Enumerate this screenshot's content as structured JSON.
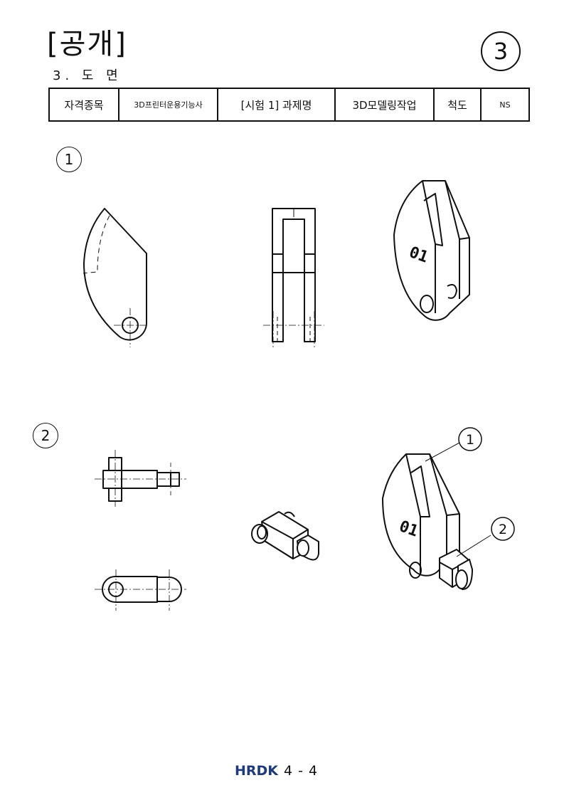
{
  "header": {
    "title": "[공개]",
    "subtitle": "3. 도 면",
    "sheet_number": "3"
  },
  "info_table": {
    "label_field": "자격종목",
    "field_value": "3D프린터운용기능사",
    "label_task": "[시험 1] 과제명",
    "task_value": "3D모델링작업",
    "label_scale": "척도",
    "scale_value": "NS"
  },
  "sections": [
    {
      "number": "1"
    },
    {
      "number": "2"
    }
  ],
  "drawing": {
    "part_marking": "01",
    "callouts": [
      "1",
      "2"
    ]
  },
  "footer": {
    "logo": "HRDK",
    "page": "4 - 4"
  }
}
